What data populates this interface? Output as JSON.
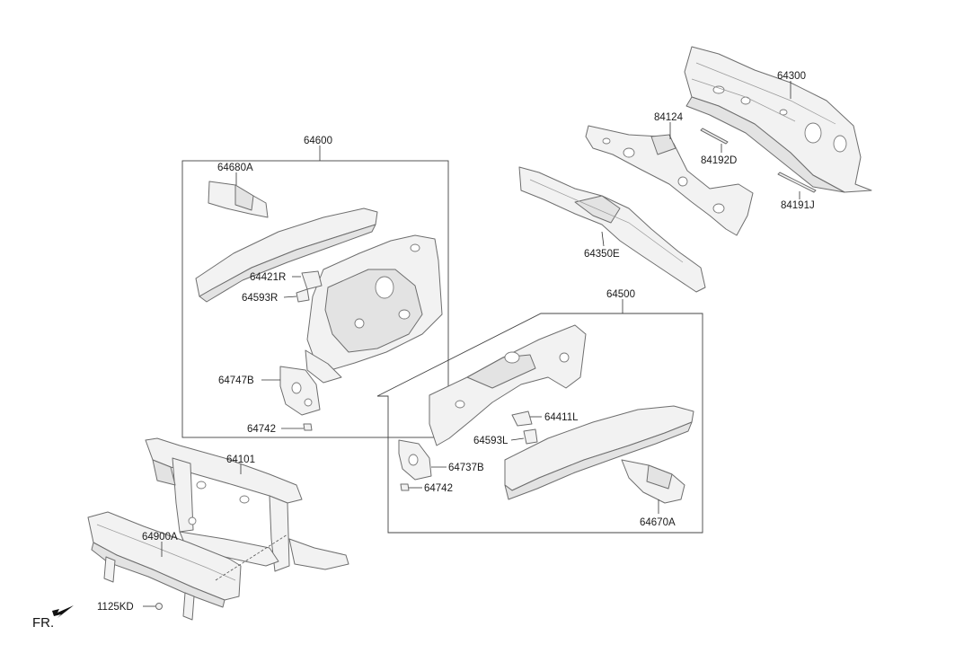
{
  "labels": {
    "p64300": "64300",
    "p84124": "84124",
    "p84192D": "84192D",
    "p84191J": "84191J",
    "p64350E": "64350E",
    "p64600": "64600",
    "p64680A": "64680A",
    "p64421R": "64421R",
    "p64593R": "64593R",
    "p64747B": "64747B",
    "p64742_top": "64742",
    "p64500": "64500",
    "p64411L": "64411L",
    "p64593L": "64593L",
    "p64737B": "64737B",
    "p64742_bottom": "64742",
    "p64670A": "64670A",
    "p64101": "64101",
    "p64900A": "64900A",
    "p1125KD": "1125KD",
    "front_indicator": "FR."
  }
}
